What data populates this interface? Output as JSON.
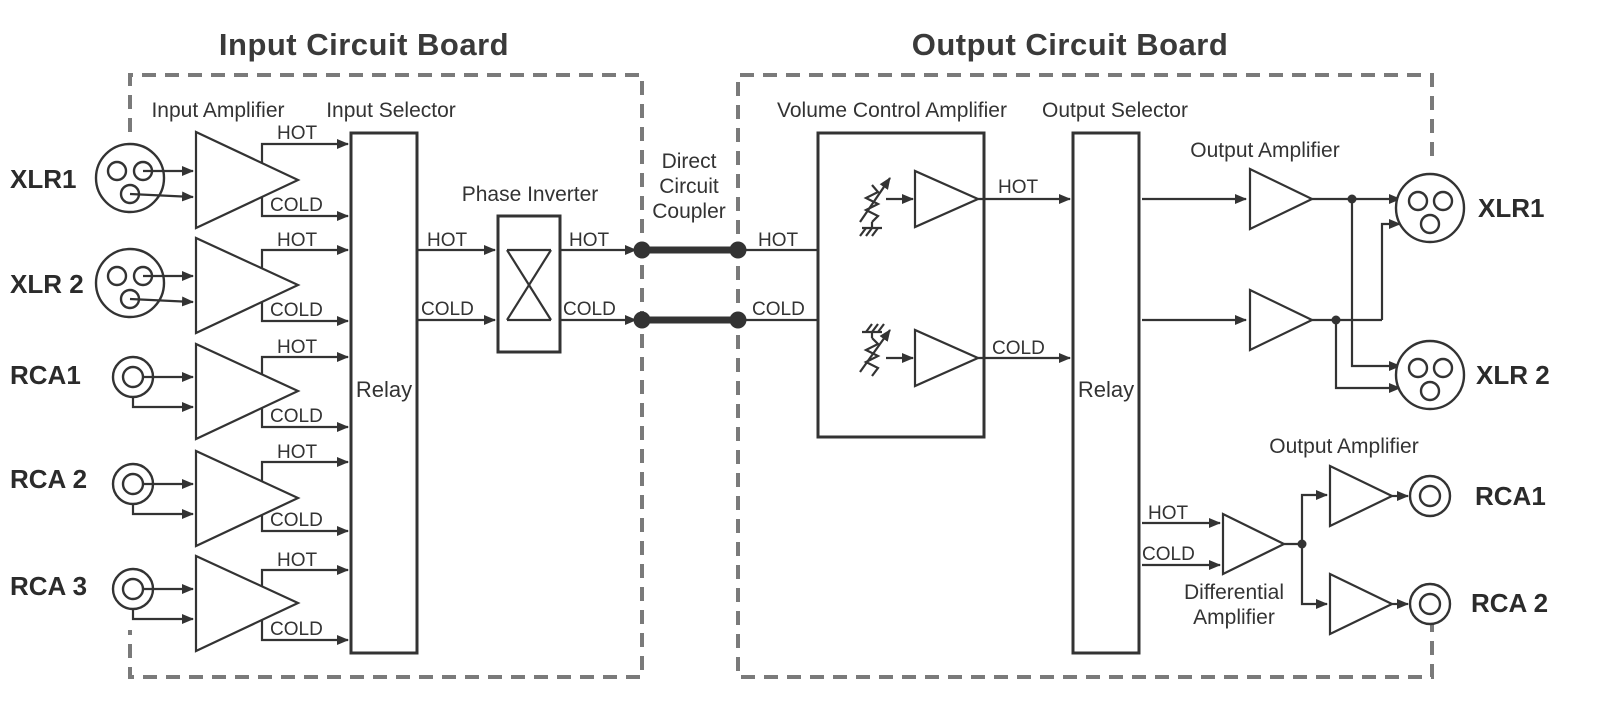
{
  "boards": {
    "input_title": "Input Circuit Board",
    "output_title": "Output Circuit Board"
  },
  "blocks": {
    "input_amplifier": "Input Amplifier",
    "input_selector": "Input Selector",
    "phase_inverter": "Phase Inverter",
    "coupler_line1": "Direct",
    "coupler_line2": "Circuit",
    "coupler_line3": "Coupler",
    "volume_control_amplifier": "Volume Control Amplifier",
    "output_selector": "Output Selector",
    "output_amplifier": "Output Amplifier",
    "differential_line1": "Differential",
    "differential_line2": "Amplifier",
    "relay": "Relay"
  },
  "signals": {
    "hot": "HOT",
    "cold": "COLD"
  },
  "inputs": {
    "xlr1": "XLR1",
    "xlr2": "XLR 2",
    "rca1": "RCA1",
    "rca2": "RCA 2",
    "rca3": "RCA 3"
  },
  "outputs": {
    "xlr1": "XLR1",
    "xlr2": "XLR 2",
    "rca1": "RCA1",
    "rca2": "RCA 2"
  },
  "colors": {
    "line": "#333333",
    "board_border": "#7a7a7a",
    "background": "#ffffff"
  },
  "icons": [
    "xlr-connector-icon",
    "rca-connector-icon",
    "amplifier-triangle-icon",
    "potentiometer-icon",
    "ground-icon",
    "crossover-icon"
  ]
}
